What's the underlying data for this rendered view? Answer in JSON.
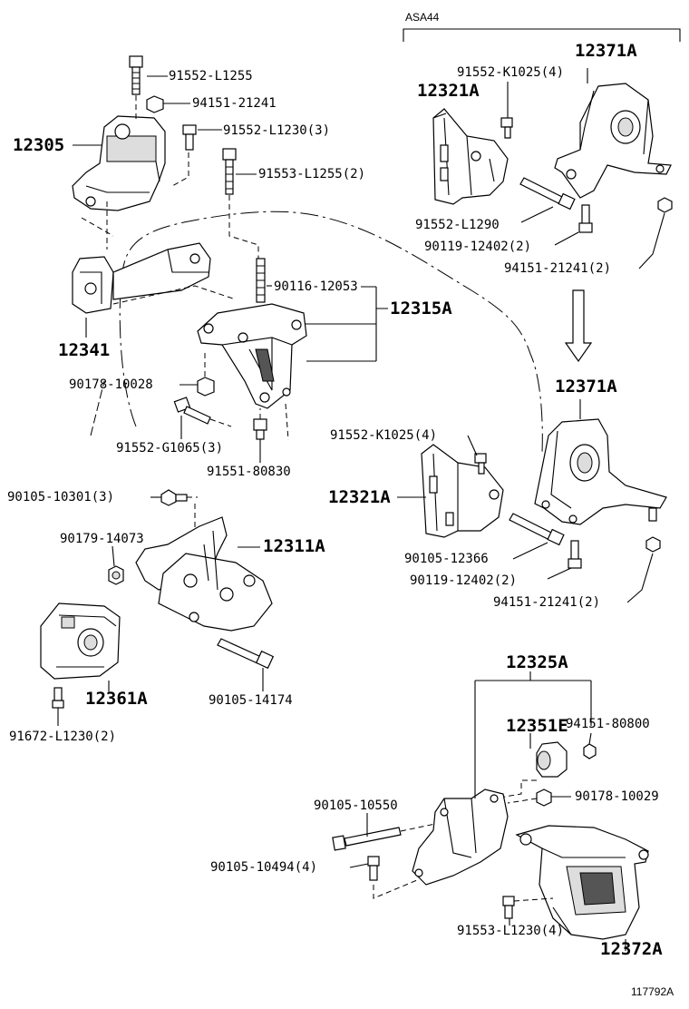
{
  "header": {
    "variant": "ASA44"
  },
  "footer": {
    "diagram_id": "117792A"
  },
  "labels": {
    "l_91552_L1255": "91552-L1255",
    "l_94151_21241_a": "94151-21241",
    "l_91552_L1230": "91552-L1230(3)",
    "l_12305": "12305",
    "l_91553_L1255": "91553-L1255(2)",
    "l_90116_12053": "90116-12053",
    "l_12315A": "12315A",
    "l_12341": "12341",
    "l_90178_10028": "90178-10028",
    "l_91552_G1065": "91552-G1065(3)",
    "l_91551_80830": "91551-80830",
    "l_91552_K1025_a": "91552-K1025(4)",
    "l_12371A_a": "12371A",
    "l_12321A_a": "12321A",
    "l_91552_L1290": "91552-L1290",
    "l_90119_12402_a": "90119-12402(2)",
    "l_94151_21241_b": "94151-21241(2)",
    "l_12371A_b": "12371A",
    "l_91552_K1025_b": "91552-K1025(4)",
    "l_12321A_b": "12321A",
    "l_90105_12366": "90105-12366",
    "l_90119_12402_b": "90119-12402(2)",
    "l_94151_21241_c": "94151-21241(2)",
    "l_90105_10301": "90105-10301(3)",
    "l_90179_14073": "90179-14073",
    "l_12311A": "12311A",
    "l_12361A": "12361A",
    "l_90105_14174": "90105-14174",
    "l_91672_L1230": "91672-L1230(2)",
    "l_12325A": "12325A",
    "l_12351E": "12351E",
    "l_94151_80800": "94151-80800",
    "l_90178_10029": "90178-10029",
    "l_90105_10550": "90105-10550",
    "l_90105_10494": "90105-10494(4)",
    "l_91553_L1230": "91553-L1230(4)",
    "l_12372A": "12372A"
  }
}
